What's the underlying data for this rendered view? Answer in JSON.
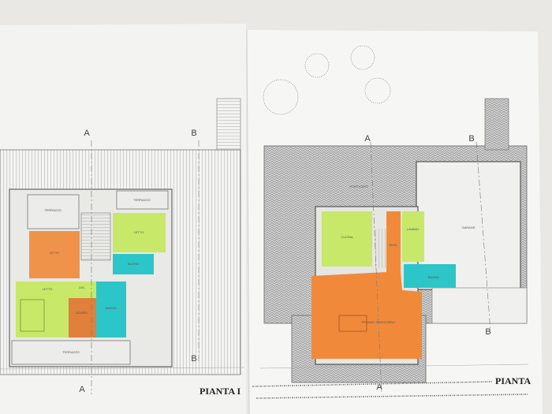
{
  "left_sheet": {
    "title": "PIANTA I",
    "section_labels": {
      "a": "A",
      "b": "B"
    },
    "rooms": {
      "terrace_top_left": "TERRAZZO",
      "bedroom_orange": "LETTO",
      "bedroom_top_right": "LETTO",
      "bathroom_top": "BAGNO",
      "terrace_top_right": "TERRAZZO",
      "bedroom_main": "LETTO",
      "hall": "DIS.",
      "wardrobe": "GUARD.",
      "bathroom_bottom": "BAGNO",
      "terrace_bottom": "TERRAZZO"
    }
  },
  "right_sheet": {
    "title": "PIANTA",
    "section_labels": {
      "a": "A",
      "b": "B"
    },
    "rooms": {
      "porch": "PORTICATO",
      "kitchen": "CUCINA",
      "laundry": "LAVAND.",
      "entrance": "INGR.",
      "bathroom": "BAGNO",
      "living": "PRANZO SOGGIORNO",
      "garage": "GARAGE"
    }
  },
  "colors": {
    "paper": "#f4f4f2",
    "orange": "#f08a3a",
    "yellow_green": "#c8e86a",
    "cyan": "#2cc6c8",
    "hatch": "#8a8a8a"
  }
}
